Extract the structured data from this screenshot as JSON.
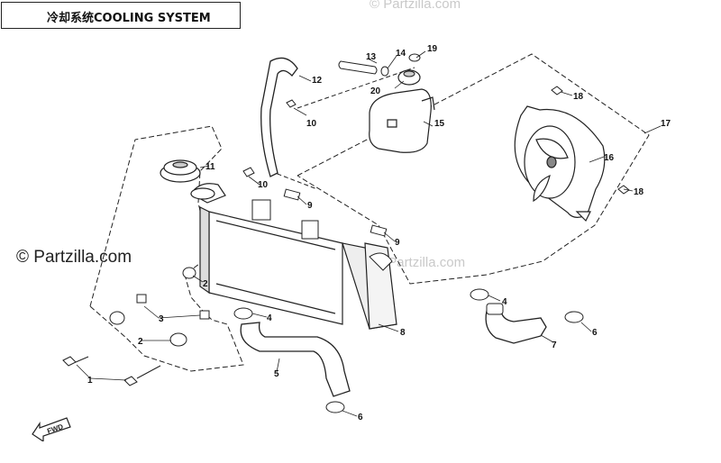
{
  "title": "冷却系统COOLING SYSTEM",
  "watermark_main": "© Partzilla.com",
  "watermark_faint": "© Partzilla.com",
  "fwd_label": "FWD",
  "callouts": [
    "1",
    "2",
    "2",
    "3",
    "4",
    "4",
    "5",
    "6",
    "6",
    "7",
    "8",
    "9",
    "9",
    "10",
    "10",
    "11",
    "12",
    "13",
    "14",
    "15",
    "16",
    "17",
    "18",
    "18",
    "19",
    "20"
  ],
  "colors": {
    "line": "#222222",
    "fill": "#ffffff",
    "shade": "#bdbdbd",
    "dark": "#555555"
  }
}
